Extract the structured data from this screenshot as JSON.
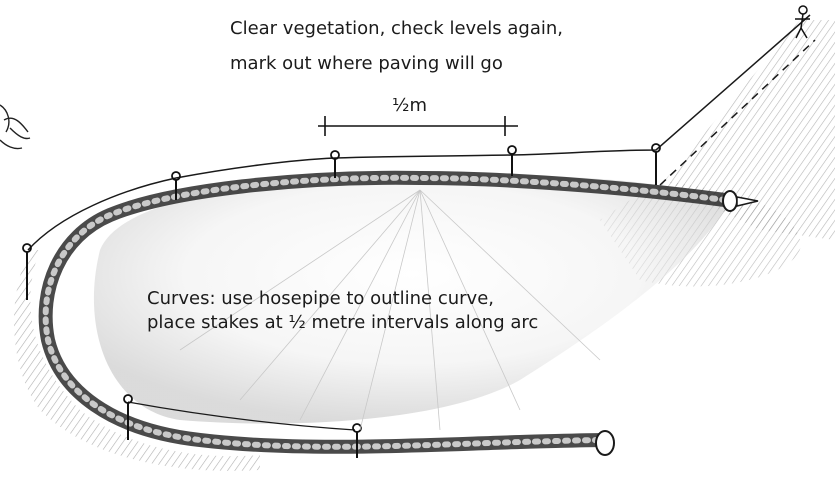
{
  "annotations": {
    "top_line1": "Clear vegetation, check levels again,",
    "top_line2": "mark out where paving will go",
    "curve_line1": "Curves: use hosepipe to outline curve,",
    "curve_line2": "place stakes at ½ metre intervals along arc",
    "spacing": "½m"
  },
  "colors": {
    "ink": "#1a1a1a",
    "pencil": "#555555",
    "shade": "#9a9a9a",
    "paper": "#ffffff"
  },
  "elements": {
    "hosepipe": "hosepipe-coil",
    "stakes": "marker-stake",
    "figure": "worker-figure",
    "bush": "shrub-sketch"
  }
}
